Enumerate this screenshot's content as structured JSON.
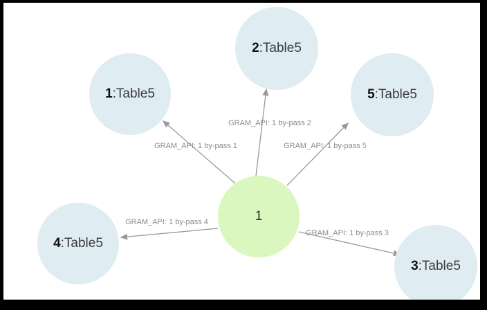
{
  "graph": {
    "center_node": {
      "label": "1"
    },
    "nodes": [
      {
        "num": "1",
        "suffix": ":Table5"
      },
      {
        "num": "2",
        "suffix": ":Table5"
      },
      {
        "num": "3",
        "suffix": ":Table5"
      },
      {
        "num": "4",
        "suffix": ":Table5"
      },
      {
        "num": "5",
        "suffix": ":Table5"
      }
    ],
    "edges": [
      {
        "label": "GRAM_API: 1 by-pass 1"
      },
      {
        "label": "GRAM_API: 1 by-pass 2"
      },
      {
        "label": "GRAM_API: 1 by-pass 3"
      },
      {
        "label": "GRAM_API: 1 by-pass 4"
      },
      {
        "label": "GRAM_API: 1 by-pass 5"
      }
    ],
    "colors": {
      "center_fill": "#d9f7be",
      "node_fill": "#dfecf2",
      "edge": "#999999",
      "edge_label": "#8c8c8c",
      "frame": "#000000"
    }
  }
}
